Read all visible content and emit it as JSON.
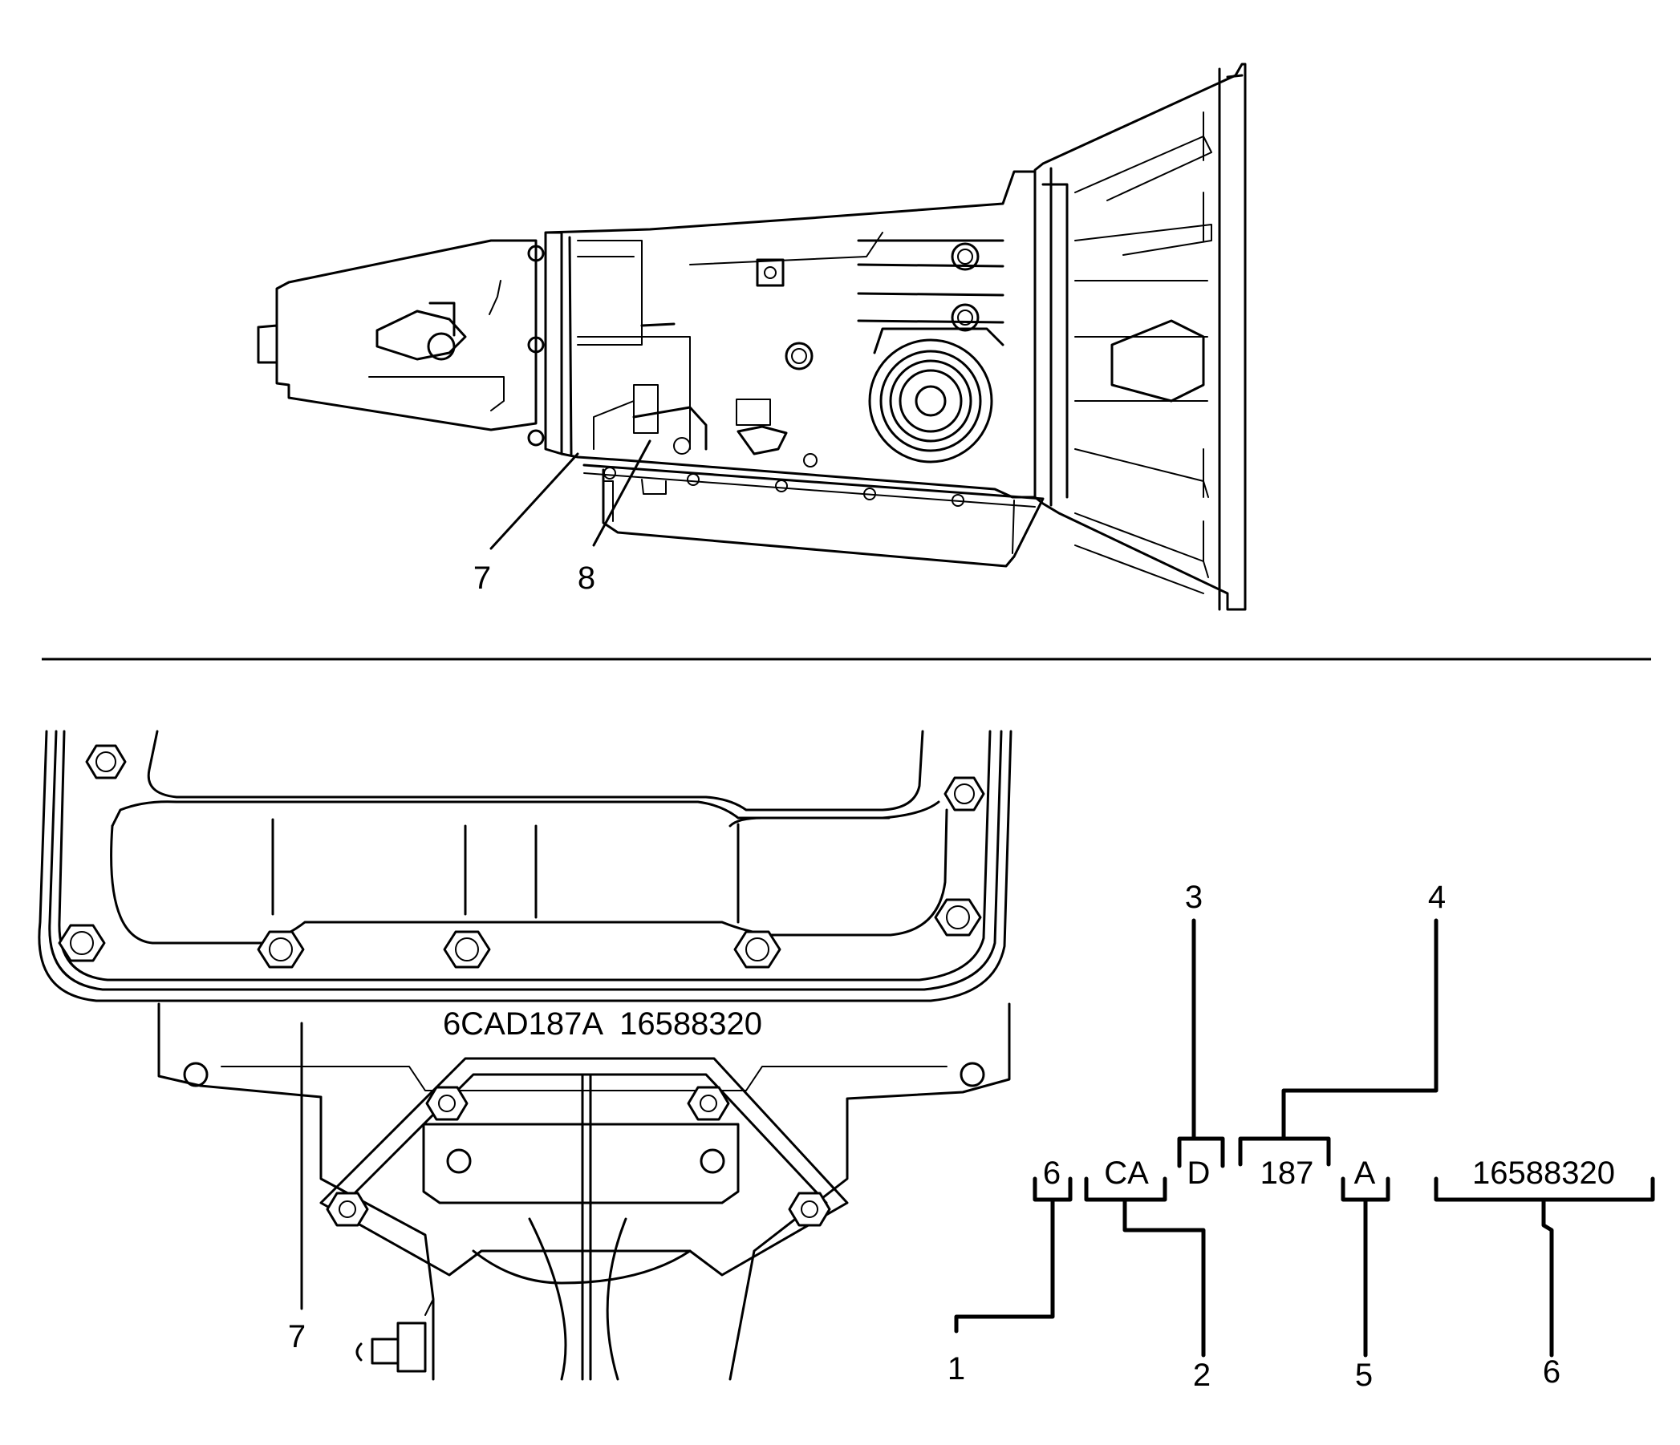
{
  "callouts": {
    "top_7": "7",
    "top_8": "8",
    "bottom_7": "7",
    "code_1": "1",
    "code_2": "2",
    "code_3": "3",
    "code_4": "4",
    "code_5": "5",
    "code_6": "6"
  },
  "pan_stamp": "6CAD187A  16588320",
  "code_segments": {
    "year": "6",
    "plant": "CA",
    "model": "D",
    "day": "187",
    "shift": "A",
    "part_number": "16588320"
  }
}
